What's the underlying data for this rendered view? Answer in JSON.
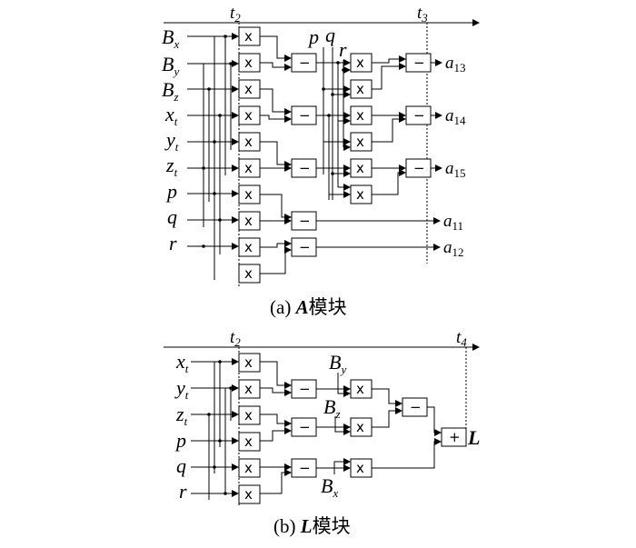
{
  "panel_a": {
    "caption_prefix": "(a) ",
    "caption_bold": "A",
    "caption_suffix": "模块",
    "time_marks": [
      {
        "base": "t",
        "sub": "2"
      },
      {
        "base": "t",
        "sub": "3"
      }
    ],
    "inputs": [
      {
        "base": "B",
        "sub": "x"
      },
      {
        "base": "B",
        "sub": "y"
      },
      {
        "base": "B",
        "sub": "z"
      },
      {
        "base": "x",
        "sub": "t"
      },
      {
        "base": "y",
        "sub": "t"
      },
      {
        "base": "z",
        "sub": "t"
      },
      {
        "base": "p",
        "sub": ""
      },
      {
        "base": "q",
        "sub": ""
      },
      {
        "base": "r",
        "sub": ""
      }
    ],
    "mid_inputs": [
      "p",
      "q",
      "r"
    ],
    "outputs": [
      {
        "base": "a",
        "sub": "13"
      },
      {
        "base": "a",
        "sub": "14"
      },
      {
        "base": "a",
        "sub": "15"
      },
      {
        "base": "a",
        "sub": "11"
      },
      {
        "base": "a",
        "sub": "12"
      }
    ],
    "multiply_symbol": "x",
    "subtract_symbol": "−"
  },
  "panel_b": {
    "caption_prefix": "(b) ",
    "caption_bold": "L",
    "caption_suffix": "模块",
    "time_marks": [
      {
        "base": "t",
        "sub": "2"
      },
      {
        "base": "t",
        "sub": "4"
      }
    ],
    "inputs": [
      {
        "base": "x",
        "sub": "t"
      },
      {
        "base": "y",
        "sub": "t"
      },
      {
        "base": "z",
        "sub": "t"
      },
      {
        "base": "p",
        "sub": ""
      },
      {
        "base": "q",
        "sub": ""
      },
      {
        "base": "r",
        "sub": ""
      }
    ],
    "mid_inputs": [
      {
        "base": "B",
        "sub": "y"
      },
      {
        "base": "B",
        "sub": "z"
      },
      {
        "base": "B",
        "sub": "x"
      }
    ],
    "add_symbol": "+",
    "output": "L"
  }
}
